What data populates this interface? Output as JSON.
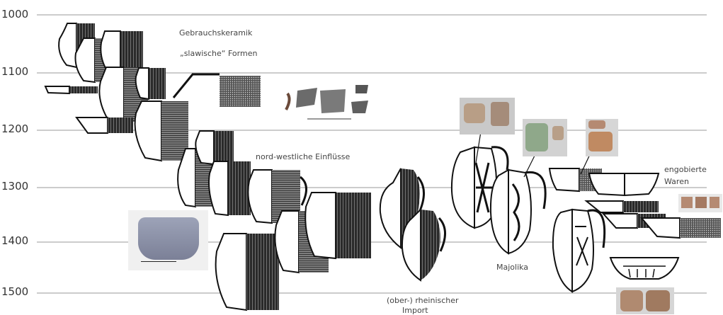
{
  "axis": {
    "ticks": [
      "1000",
      "1100",
      "1200",
      "1300",
      "1400",
      "1500"
    ]
  },
  "categories": {
    "gebrauch_1": "Gebrauchskeramik",
    "gebrauch_2": "„slawische“ Formen",
    "nordwest": "nord-westliche Einflüsse",
    "rhein_1": "(ober-) rheinischer",
    "rhein_2": "Import",
    "majolika": "Majolika",
    "engob_1": "engobierte",
    "engob_2": "Waren"
  },
  "colors": {
    "line": "#9a9a9a",
    "ink": "#1a1a1a",
    "photo_gray": "#8e93a8",
    "sherd_brown": "#b58a72"
  }
}
